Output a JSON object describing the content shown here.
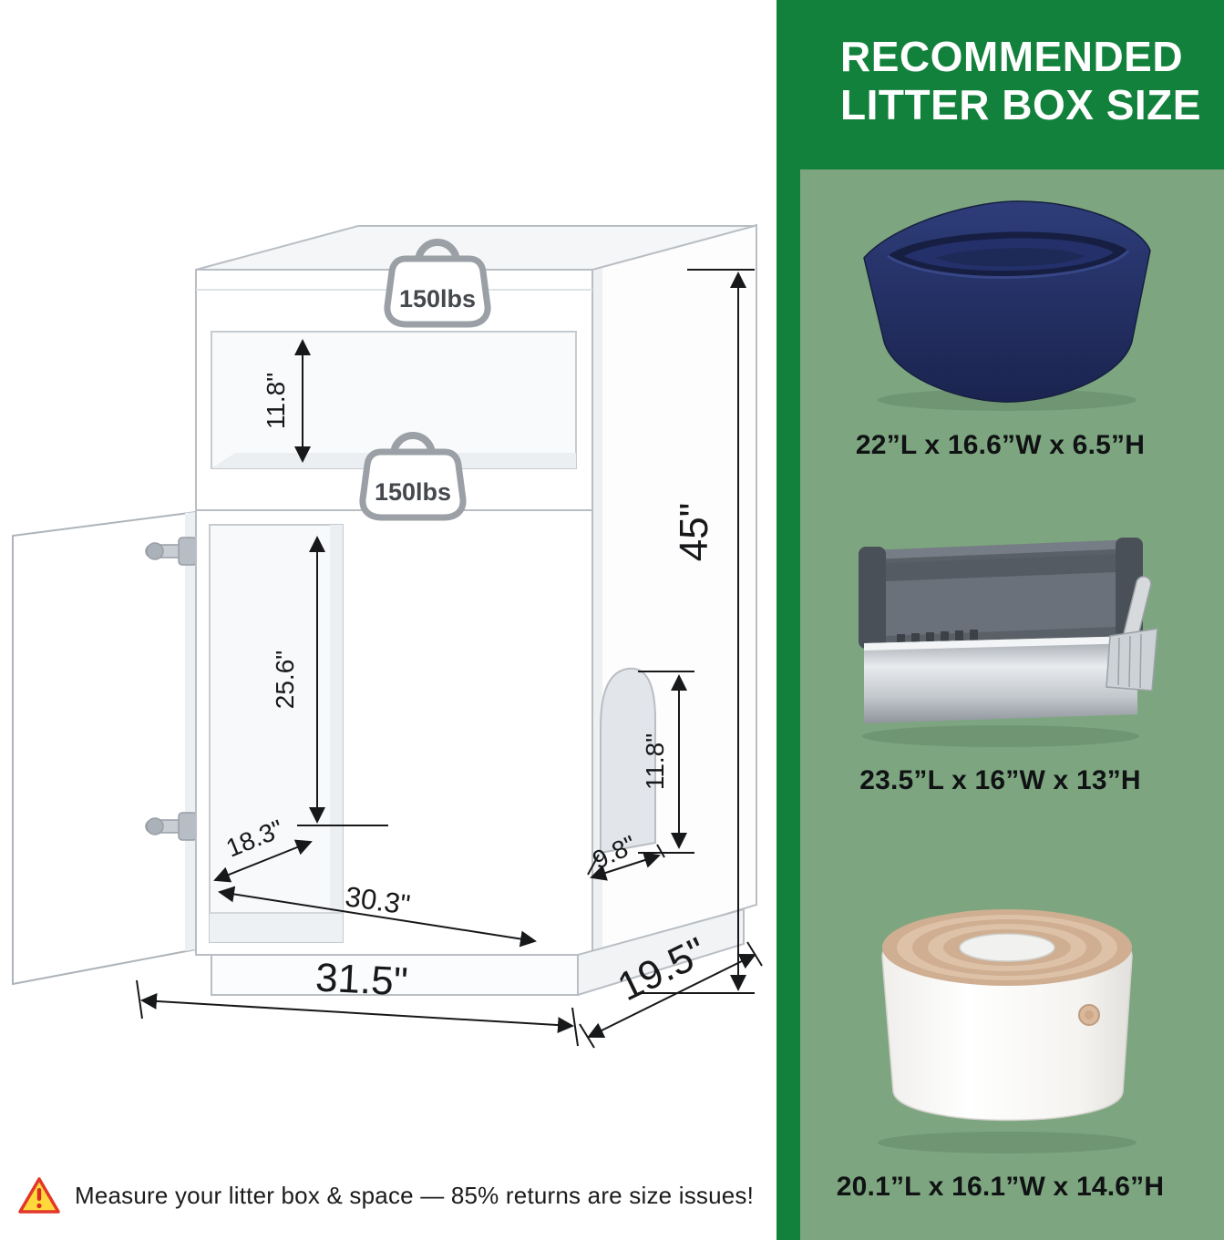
{
  "diagram": {
    "weight_badges": {
      "top": "150lbs",
      "middle": "150lbs"
    },
    "dimensions": {
      "top_shelf_height": "11.8\"",
      "interior_height": "25.6\"",
      "overall_height": "45\"",
      "cat_door_height": "11.8\"",
      "cat_door_width": "9.8\"",
      "interior_depth": "18.3\"",
      "interior_width": "30.3\"",
      "overall_width": "31.5\"",
      "overall_depth": "19.5\""
    },
    "footnote": "Measure your litter box & space — 85% returns are size issues!"
  },
  "sidebar": {
    "title_line1": "RECOMMENDED",
    "title_line2": "LITTER BOX SIZE",
    "products": [
      {
        "image": "navy open litter pan",
        "size": "22”L x 16.6”W x 6.5”H"
      },
      {
        "image": "stainless steel high-side litter box with scoop",
        "size": "23.5”L x 16”W x 13”H"
      },
      {
        "image": "white top-entry litter box with beige lid",
        "size": "20.1”L x 16.1”W x 14.6”H"
      }
    ],
    "colors": {
      "header_green": "#12813B",
      "body_green": "#7DA680",
      "navy": "#243064"
    }
  }
}
